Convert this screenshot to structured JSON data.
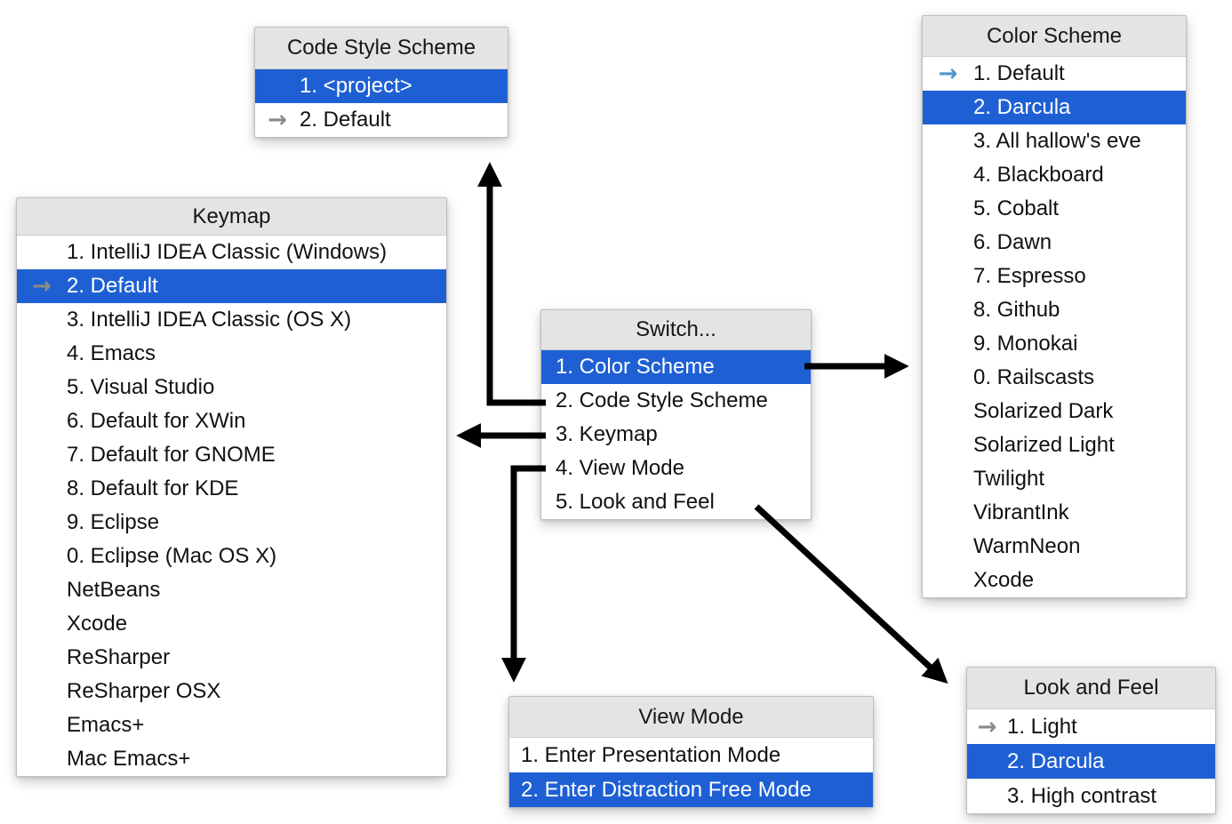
{
  "colors": {
    "selection_blue": "#1e60d4",
    "header_gray": "#e4e4e4",
    "arrow_gray": "#8a8a8a",
    "arrow_blue": "#4d95cc",
    "connector_black": "#000000"
  },
  "menus": {
    "code_style_scheme": {
      "title": "Code Style Scheme",
      "items": [
        {
          "label": "1. <project>",
          "selected": true
        },
        {
          "label": "2. Default",
          "arrow": "gray"
        }
      ]
    },
    "keymap": {
      "title": "Keymap",
      "items": [
        {
          "label": "1. IntelliJ IDEA Classic (Windows)"
        },
        {
          "label": "2. Default",
          "selected": true,
          "arrow": "gray"
        },
        {
          "label": "3. IntelliJ IDEA Classic (OS X)"
        },
        {
          "label": "4. Emacs"
        },
        {
          "label": "5. Visual Studio"
        },
        {
          "label": "6. Default for XWin"
        },
        {
          "label": "7. Default for GNOME"
        },
        {
          "label": "8. Default for KDE"
        },
        {
          "label": "9. Eclipse"
        },
        {
          "label": "0. Eclipse (Mac OS X)"
        },
        {
          "label": "NetBeans"
        },
        {
          "label": "Xcode"
        },
        {
          "label": "ReSharper"
        },
        {
          "label": "ReSharper OSX"
        },
        {
          "label": "Emacs+"
        },
        {
          "label": "Mac Emacs+"
        }
      ]
    },
    "switch": {
      "title": "Switch...",
      "items": [
        {
          "label": "1. Color Scheme",
          "selected": true
        },
        {
          "label": "2. Code Style Scheme"
        },
        {
          "label": "3. Keymap"
        },
        {
          "label": "4. View Mode"
        },
        {
          "label": "5. Look and Feel"
        }
      ]
    },
    "color_scheme": {
      "title": "Color Scheme",
      "items": [
        {
          "label": "1. Default",
          "arrow": "blue"
        },
        {
          "label": "2. Darcula",
          "selected": true
        },
        {
          "label": "3. All hallow's eve"
        },
        {
          "label": "4. Blackboard"
        },
        {
          "label": "5. Cobalt"
        },
        {
          "label": "6. Dawn"
        },
        {
          "label": "7. Espresso"
        },
        {
          "label": "8. Github"
        },
        {
          "label": "9. Monokai"
        },
        {
          "label": "0. Railscasts"
        },
        {
          "label": "Solarized Dark"
        },
        {
          "label": "Solarized Light"
        },
        {
          "label": "Twilight"
        },
        {
          "label": "VibrantInk"
        },
        {
          "label": "WarmNeon"
        },
        {
          "label": "Xcode"
        }
      ]
    },
    "view_mode": {
      "title": "View Mode",
      "items": [
        {
          "label": "1. Enter Presentation Mode"
        },
        {
          "label": "2. Enter Distraction Free Mode",
          "selected": true
        }
      ]
    },
    "look_and_feel": {
      "title": "Look and Feel",
      "items": [
        {
          "label": "1. Light",
          "arrow": "gray"
        },
        {
          "label": "2. Darcula",
          "selected": true
        },
        {
          "label": "3. High contrast"
        }
      ]
    }
  },
  "connectors": [
    {
      "from": "Switch... / 1. Color Scheme",
      "to": "Color Scheme"
    },
    {
      "from": "Switch... / 2. Code Style Scheme",
      "to": "Code Style Scheme"
    },
    {
      "from": "Switch... / 3. Keymap",
      "to": "Keymap"
    },
    {
      "from": "Switch... / 4. View Mode",
      "to": "View Mode"
    },
    {
      "from": "Switch... / 5. Look and Feel",
      "to": "Look and Feel"
    }
  ]
}
